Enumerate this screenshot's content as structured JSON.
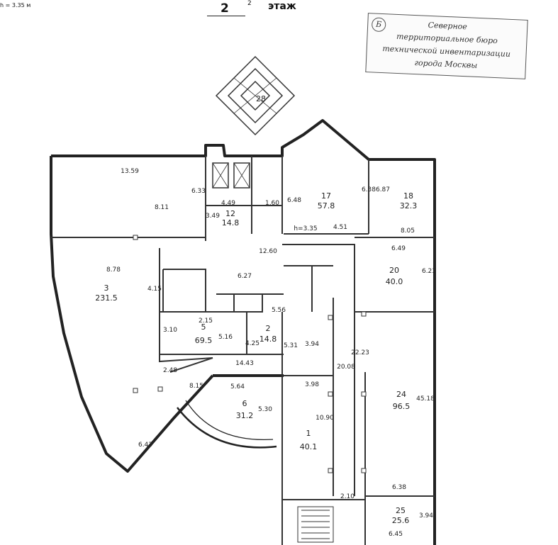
{
  "header": {
    "height_note": "h = 3.35 м",
    "floor_number": "2",
    "floor_sup": "2",
    "floor_word": "этаж"
  },
  "stamp": {
    "number": "Б",
    "lines": [
      "Северное",
      "территориальное бюро",
      "технической инвентаризации",
      "города Москвы"
    ]
  },
  "rooms": [
    {
      "num": "3",
      "area": "231.5"
    },
    {
      "num": "5",
      "area": "69.5"
    },
    {
      "num": "6",
      "area": "31.2"
    },
    {
      "num": "1",
      "area": "40.1"
    },
    {
      "num": "12",
      "area": "14.8"
    },
    {
      "num": "17",
      "area": "57.8"
    },
    {
      "num": "18",
      "area": "32.3"
    },
    {
      "num": "20",
      "area": "40.0"
    },
    {
      "num": "24",
      "area": "96.5"
    },
    {
      "num": "25",
      "area": "25.6"
    },
    {
      "num": "28",
      "area": ""
    },
    {
      "num": "2",
      "area": "14.8"
    }
  ],
  "dimensions": [
    "13.59",
    "8.11",
    "6.33",
    "8.78",
    "4.15",
    "2.15",
    "5.16",
    "3.10",
    "4.25",
    "5.56",
    "14.43",
    "3.94",
    "5.31",
    "5.64",
    "5.30",
    "3.98",
    "10.90",
    "6.43",
    "8.15",
    "2.48",
    "12.60",
    "6.27",
    "6.48",
    "6.38",
    "6.87",
    "4.51",
    "8.05",
    "6.49",
    "6.23",
    "45.18",
    "22.23",
    "20.08",
    "6.38",
    "3.94",
    "6.45",
    "2.10",
    "h=3.35",
    "4.49",
    "3.49",
    "1.60"
  ]
}
